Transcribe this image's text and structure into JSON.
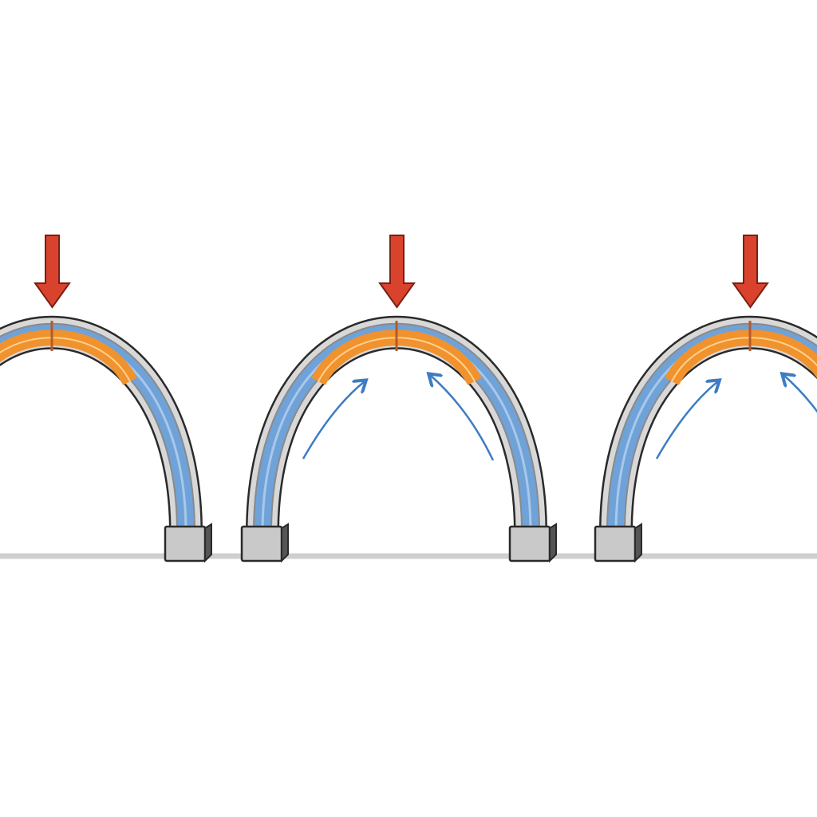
{
  "colors": {
    "load_arrow": "#d9432e",
    "compression_zone": "#f0922e",
    "arch_body": "#6fa2d8",
    "arch_shell": "#d8d8d8",
    "outline": "#2a2a2a",
    "thrust_arrow": "#3d7cc4",
    "ground": "#cfcfcf",
    "support_block": "#c9c9c9"
  },
  "panels": [
    {
      "load_icon": "down-arrow-icon",
      "thrust_arrows": 0
    },
    {
      "load_icon": "down-arrow-icon",
      "thrust_arrows": 2
    },
    {
      "load_icon": "down-arrow-icon",
      "thrust_arrows": 2
    }
  ]
}
